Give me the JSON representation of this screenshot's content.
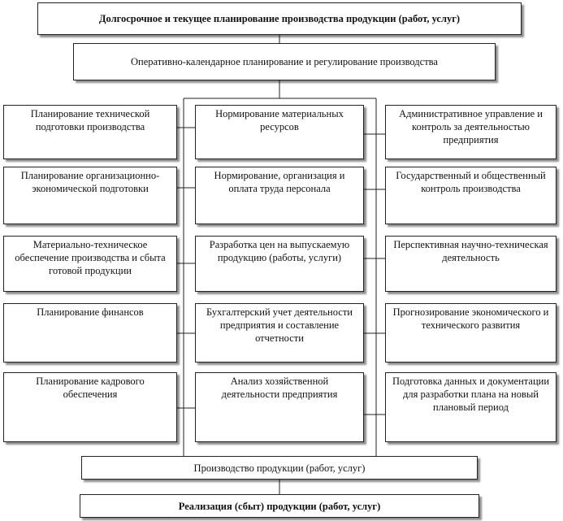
{
  "header": {
    "long_term": "Долгосрочное и текущее  планирование производства продукции (работ, услуг)",
    "operational": "Оперативно-календарное планирование и регулирование производства"
  },
  "columns": {
    "left": [
      "Планирование технической подготовки производства",
      "Планирование организационно-экономической подготовки",
      "Материально-техническое обеспечение производства и сбыта готовой продукции",
      "Планирование финансов",
      "Планирование кадрового обеспечения"
    ],
    "middle": [
      "Нормирование материальных ресурсов",
      "Нормирование, организация и оплата труда персонала",
      "Разработка цен на выпускаемую продукцию (работы, услуги)",
      "Бухгалтерский  учет деятельности предприятия и составление отчетности",
      "Анализ хозяйственной деятельности предприятия"
    ],
    "right": [
      "Административное управление и контроль за деятельностью предприятия",
      "Государственный и общественный контроль производства",
      "Перспективная научно-техническая деятельность",
      "Прогнозирование экономического  и технического  развития",
      "Подготовка данных и документации для разработки плана на новый плановый период"
    ]
  },
  "footer": {
    "production": "Производство продукции (работ, услуг)",
    "sales": "Реализация (сбыт) продукции (работ, услуг)"
  }
}
